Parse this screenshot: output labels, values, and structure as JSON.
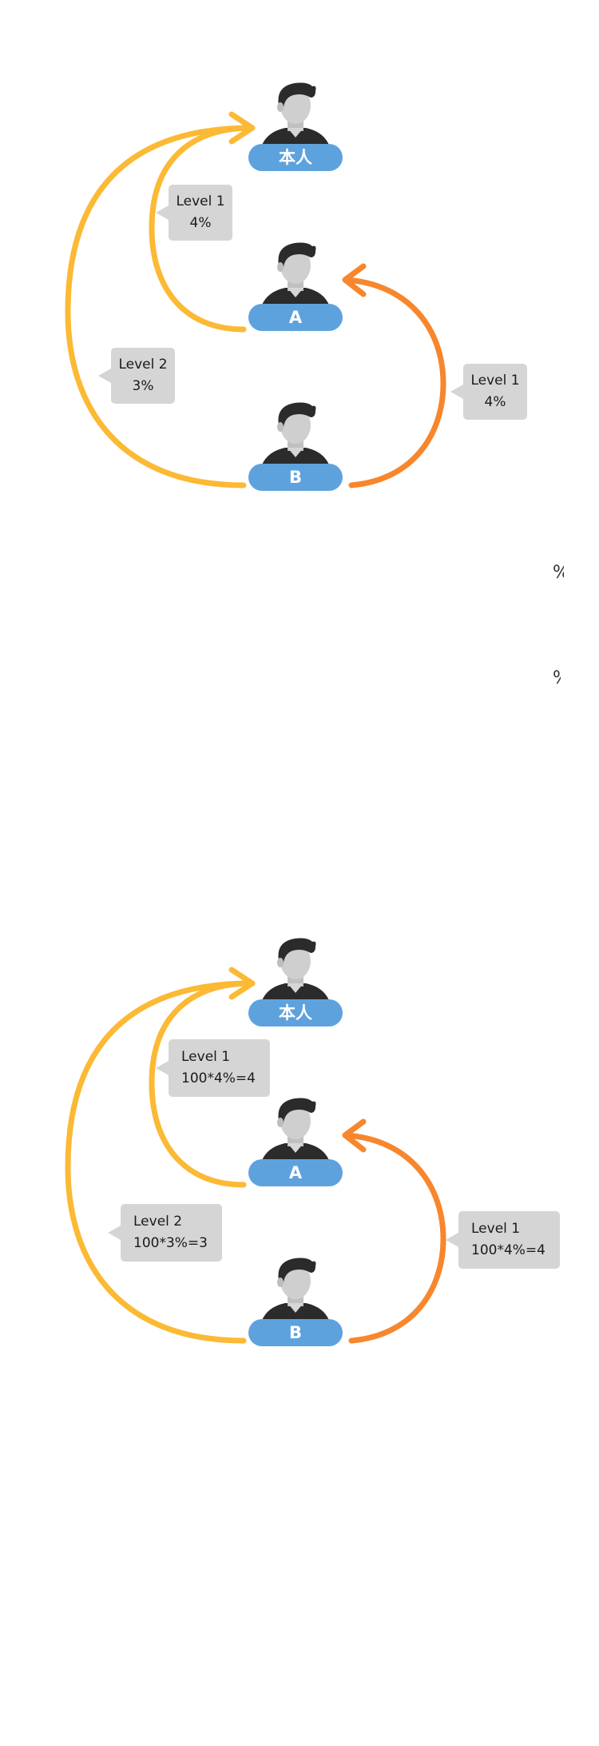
{
  "diagrams": [
    {
      "people": {
        "self": "本人",
        "a": "A",
        "b": "B"
      },
      "bubbles": {
        "self_a": [
          "Level 1",
          "4%"
        ],
        "self_b": [
          "Level 2",
          "3%"
        ],
        "a_b": [
          "Level 1",
          "4%"
        ]
      }
    },
    {
      "people": {
        "self": "本人",
        "a": "A",
        "b": "B"
      },
      "bubbles": {
        "self_a": [
          "Level 1",
          "100*4%=4"
        ],
        "self_b": [
          "Level 2",
          "100*3%=3"
        ],
        "a_b": [
          "Level 1",
          "100*4%=4"
        ]
      }
    }
  ],
  "stray_glyphs": [
    "%",
    "%"
  ],
  "colors": {
    "arrow_yellow": "#fbb934",
    "arrow_orange": "#f8862c",
    "pill_blue": "#5ea2dd",
    "bubble_gray": "#d5d5d5",
    "hair": "#2b2b2b",
    "skin": "#c9c9c9"
  }
}
